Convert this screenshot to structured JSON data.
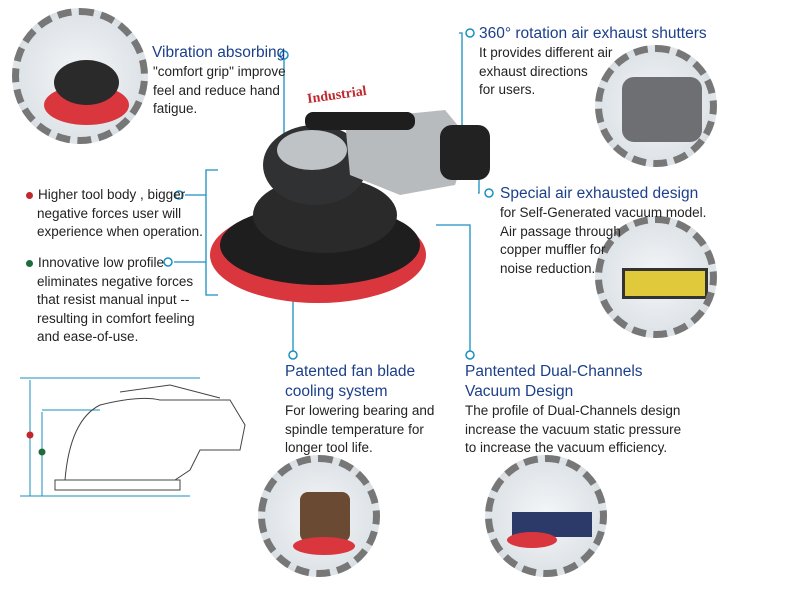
{
  "brand_label": "Industrial",
  "features": {
    "vibration": {
      "title": "Vibration absorbing",
      "lines": [
        "\"comfort grip\" improve",
        "feel and reduce hand",
        "fatigue."
      ]
    },
    "higher_body": {
      "lines": [
        "Higher tool body , bigger",
        "negative forces user will",
        "experience when operation."
      ],
      "bullet_color": "#c0282d"
    },
    "low_profile": {
      "lines": [
        "Innovative low profile",
        "eliminates negative forces",
        "that resist manual input --",
        "resulting in comfort feeling",
        "and ease-of-use."
      ],
      "bullet_color": "#1e6b3e"
    },
    "rotation": {
      "title": "360° rotation air exhaust shutters",
      "lines": [
        "It provides different air",
        "exhaust directions",
        "for users."
      ]
    },
    "special_air": {
      "title": "Special air exhausted design",
      "lines": [
        "for Self-Generated vacuum model.",
        "Air passage through",
        "copper muffler for",
        "noise reduction."
      ]
    },
    "fan_blade": {
      "title_lines": [
        "Patented fan blade",
        "cooling system"
      ],
      "lines": [
        "For lowering bearing and",
        "spindle temperature for",
        "longer tool life."
      ]
    },
    "dual_channel": {
      "title_lines": [
        "Pantented Dual-Channels",
        "Vacuum Design"
      ],
      "lines": [
        "The profile of Dual-Channels design",
        "increase the vacuum static pressure",
        "to increase the vacuum efficiency."
      ]
    }
  },
  "colors": {
    "title": "#1c3f8a",
    "leader": "#1a8fc0",
    "pad": "#d9363e"
  }
}
